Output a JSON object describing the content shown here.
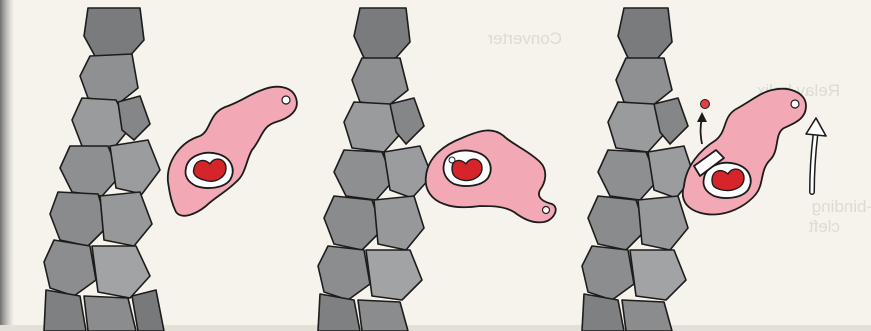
{
  "figure": {
    "panel_count": 3,
    "colors": {
      "paper": "#f6f3ec",
      "left_edge_shadow": "#7d7d7d",
      "actin_subunit": "#8f8f91",
      "actin_subunit_dark": "#6f7072",
      "outline": "#1c1c1c",
      "myosin_head": "#f3a9b5",
      "nucleotide_fill": "#d6252a",
      "phosphate": "#e0403f",
      "bleed_through_text": "#c9c6c0"
    },
    "panels": [
      {
        "name": "panel-1",
        "state": "head detached, ATP bound in cleft"
      },
      {
        "name": "panel-2",
        "state": "head weakly binding filament, tail lever down"
      },
      {
        "name": "panel-3",
        "state": "head bound, phosphate released, lever swings up"
      }
    ],
    "bleed_through_text": [
      "Converter",
      "Relay helix",
      "ATP-binding",
      "cleft"
    ],
    "icons": [
      "phosphate-release-arrow",
      "power-stroke-arrow"
    ]
  }
}
